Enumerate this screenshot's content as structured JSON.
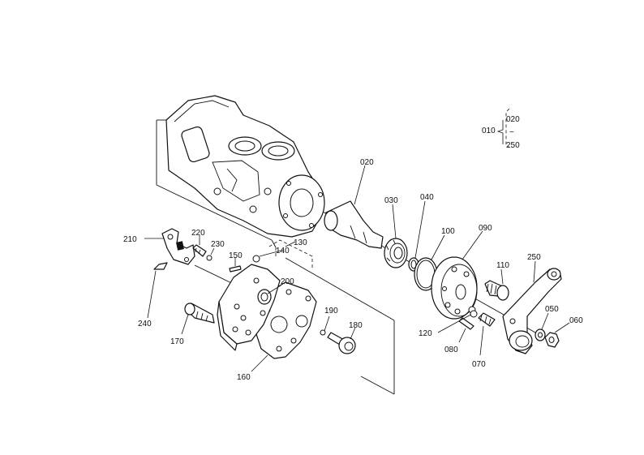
{
  "diagram": {
    "legend": {
      "ref": "010",
      "from": "020",
      "to": "250",
      "tilde": "~"
    },
    "labels": {
      "p020": "020",
      "p030": "030",
      "p040": "040",
      "p050": "050",
      "p060": "060",
      "p070": "070",
      "p080": "080",
      "p090": "090",
      "p100": "100",
      "p110": "110",
      "p120": "120",
      "p130": "130",
      "p140": "140",
      "p150": "150",
      "p160": "160",
      "p170": "170",
      "p180": "180",
      "p190": "190",
      "p200": "200",
      "p210": "210",
      "p220": "220",
      "p230": "230",
      "p240": "240",
      "p250": "250"
    }
  }
}
